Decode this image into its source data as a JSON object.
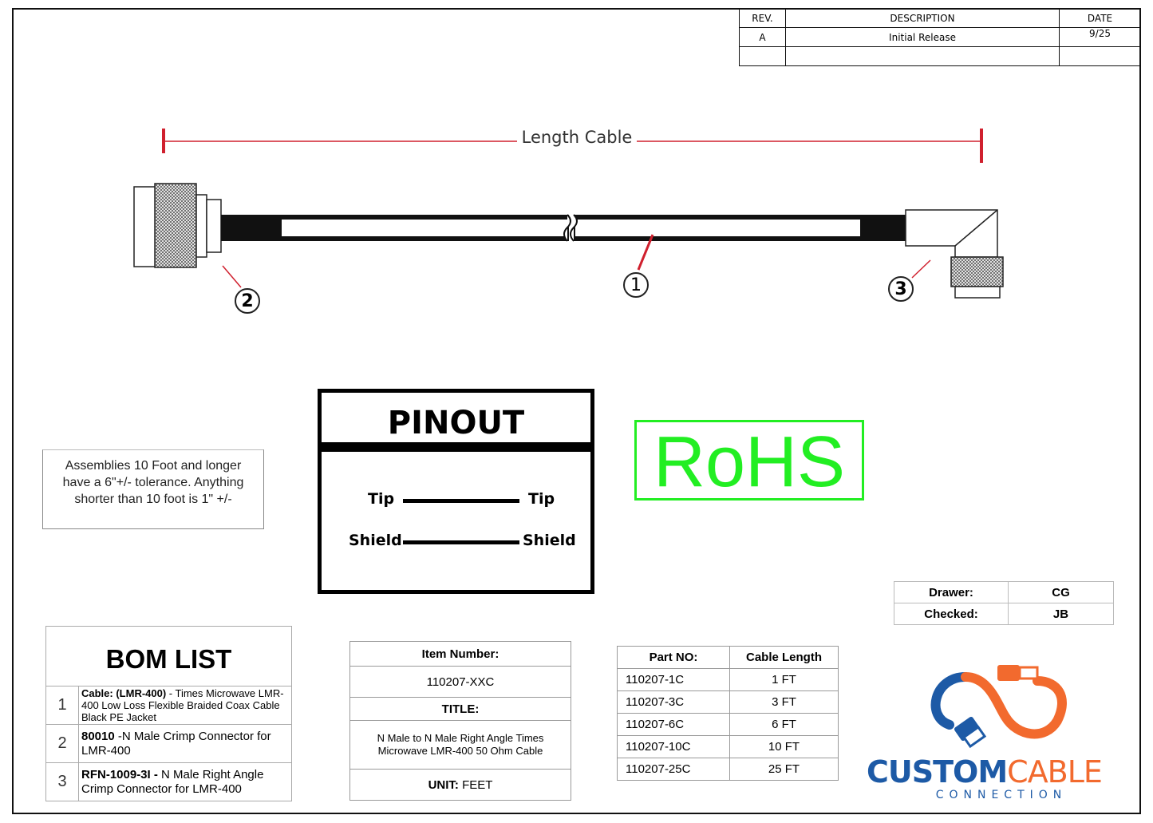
{
  "revision_table": {
    "headers": [
      "REV.",
      "DESCRIPTION",
      "DATE"
    ],
    "rows": [
      [
        "A",
        "Initial Release",
        "9/25"
      ],
      [
        "",
        "",
        ""
      ]
    ]
  },
  "drawing": {
    "length_label": "Length Cable",
    "callouts": [
      "1",
      "2",
      "3"
    ],
    "dimension_color": "#d0202e",
    "leader_color": "#d0202e"
  },
  "note": {
    "text": "Assemblies 10 Foot and longer have a 6\"+/- tolerance. Anything shorter than 10 foot is 1\" +/-"
  },
  "pinout": {
    "title": "PINOUT",
    "rows": [
      {
        "left": "Tip",
        "right": "Tip"
      },
      {
        "left": "Shield",
        "right": "Shield"
      }
    ]
  },
  "rohs": {
    "text": "RoHS",
    "color": "#22ee22"
  },
  "drawer_table": {
    "rows": [
      {
        "label": "Drawer:",
        "value": "CG"
      },
      {
        "label": "Checked:",
        "value": "JB"
      }
    ]
  },
  "bom": {
    "title": "BOM LIST",
    "items": [
      {
        "num": "1",
        "part": "Cable: (LMR-400)",
        "desc": " - Times Microwave LMR-400 Low Loss Flexible Braided Coax Cable Black PE Jacket"
      },
      {
        "num": "2",
        "part": "80010",
        "desc": " -N Male Crimp Connector for LMR-400"
      },
      {
        "num": "3",
        "part": "RFN-1009-3I -",
        "desc": " N Male Right Angle Crimp Connector for LMR-400"
      }
    ]
  },
  "item_block": {
    "item_label": "Item Number:",
    "item_value": "110207-XXC",
    "title_label": "TITLE:",
    "title_value": "N Male to N Male Right Angle Times Microwave LMR-400 50 Ohm Cable",
    "unit_label": "UNIT:",
    "unit_value": " FEET"
  },
  "parts_table": {
    "headers": [
      "Part NO:",
      "Cable Length"
    ],
    "rows": [
      [
        "110207-1C",
        "1 FT"
      ],
      [
        "110207-3C",
        "3 FT"
      ],
      [
        "110207-6C",
        "6 FT"
      ],
      [
        "110207-10C",
        "10 FT"
      ],
      [
        "110207-25C",
        "25 FT"
      ]
    ]
  },
  "logo": {
    "word1": "CUSTOM",
    "word2": "CABLE",
    "sub": "CONNECTION",
    "blue": "#1d5aa6",
    "orange": "#f26a2e"
  }
}
